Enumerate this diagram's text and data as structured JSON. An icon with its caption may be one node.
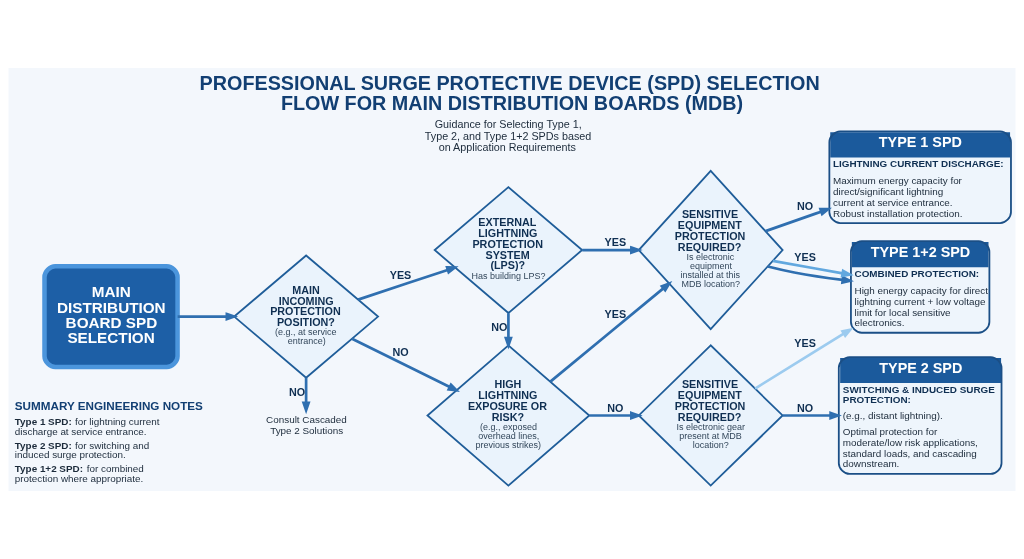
{
  "diagram": {
    "title": "PROFESSIONAL SURGE PROTECTIVE DEVICE (SPD) SELECTION FLOW FOR MAIN DISTRIBUTION BOARDS (MDB)",
    "nodes": [
      {
        "text": [
          "MAIN DISTRIBUTION BOARD SPD SELECTION"
        ]
      },
      {
        "text": [
          "MAIN INCOMING PROTECTION POSITION?",
          "(e.g., at service entrance)"
        ]
      },
      {
        "text": [
          "Consult Cascaded Type 2 Solutions"
        ]
      },
      {
        "text": [
          "EXTERNAL LIGHTNING PROTECTION SYSTEM (LPS)?",
          "Has building LPS?"
        ]
      },
      {
        "text": [
          "HIGH LIGHTNING EXPOSURE OR RISK?",
          "(e.g., exposed overhead lines, previous strikes)"
        ]
      },
      {
        "text": [
          "SENSITIVE EQUIPMENT PROTECTION REQUIRED?",
          "Is electronic equipment installed at this MDB location?"
        ]
      },
      {
        "text": [
          "SENSITIVE EQUIPMENT PROTECTION REQUIRED?",
          "Is electronic gear present at MDB location?"
        ]
      },
      {
        "text": [
          "TYPE 1+2 SPD",
          "COMBINED PROTECTION:",
          "High energy capacity for direct lightning current + low voltage limit for local sensitive electronics."
        ]
      },
      {
        "text": [
          "TYPE 1 SPD",
          "LIGHTNING CURRENT DISCHARGE:",
          "Maximum energy capacity for direct/significant lightning current at service entrance. Robust installation protection."
        ]
      },
      {
        "text": [
          "TYPE 2 SPD",
          "SWITCHING & INDUCED SURGE PROTECTION:",
          "(e.g., distant lightning).",
          "Optimal protection for moderate/low risk applications, standard loads, and cascading downstream."
        ]
      }
    ],
    "edges": [
      {
        "from": 0,
        "to": 1,
        "arrow": "to"
      },
      {
        "from": 1,
        "to": 2,
        "arrow": "to",
        "label": "NO"
      },
      {
        "from": 1,
        "to": 3,
        "arrow": "to",
        "label": "YES"
      },
      {
        "from": 1,
        "to": 4,
        "arrow": "to",
        "label": "NO"
      },
      {
        "from": 3,
        "to": 4,
        "arrow": "to",
        "label": "NO"
      },
      {
        "from": 3,
        "to": 5,
        "arrow": "to",
        "label": "YES"
      },
      {
        "from": 4,
        "to": 5,
        "arrow": "to",
        "label": "YES"
      },
      {
        "from": 4,
        "to": 6,
        "arrow": "to",
        "label": "NO"
      },
      {
        "from": 5,
        "to": 7,
        "arrow": "to"
      },
      {
        "from": 5,
        "to": 7,
        "arrow": "to",
        "label": "YES",
        "color": "#62a8df"
      },
      {
        "from": 5,
        "to": 8,
        "arrow": "to",
        "label": "NO"
      },
      {
        "from": 6,
        "to": 7,
        "arrow": "to",
        "label": "YES",
        "color": "#9ccbef"
      },
      {
        "from": 6,
        "to": 9,
        "arrow": "to",
        "label": "NO"
      }
    ],
    "labels": [
      "Guidance for Selecting Type 1, Type 2, and Type 1+2 SPDs based on Application Requirements",
      "SUMMARY ENGINEERING NOTES",
      "**Type 1 SPD:** for lightning current discharge at service entrance.",
      "**Type 2 SPD:** for switching and induced surge protection.",
      "**Type 1+2 SPD:** for combined protection where appropriate."
    ]
  }
}
